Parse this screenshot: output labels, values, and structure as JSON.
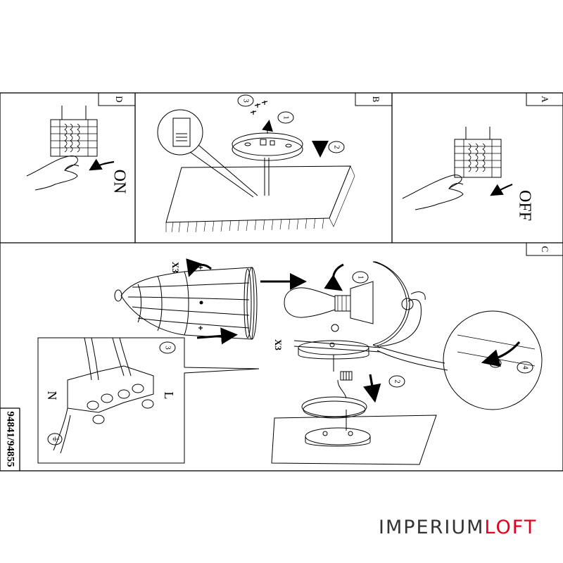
{
  "panels": [
    {
      "id": "A",
      "label": "A"
    },
    {
      "id": "B",
      "label": "B"
    },
    {
      "id": "C",
      "label": "C"
    },
    {
      "id": "D",
      "label": "D"
    }
  ],
  "switch_labels": {
    "off": "OFF",
    "on": "ON"
  },
  "step_numbers": {
    "b1": "1",
    "b2": "2",
    "b3": "3",
    "c1": "1",
    "c2": "2",
    "c3": "3",
    "c4": "4"
  },
  "multiplier_labels": {
    "cage_screws": "X3",
    "base_screws": "X3"
  },
  "wiring_labels": {
    "live": "L",
    "neutral": "N",
    "earth": "⏚"
  },
  "model_number": "94841/94855",
  "brand": {
    "part1": "IMPERIUM",
    "part2": "LOFT"
  },
  "colors": {
    "brand_gray": "#333333",
    "brand_red": "#e2001a",
    "line": "#000000"
  }
}
